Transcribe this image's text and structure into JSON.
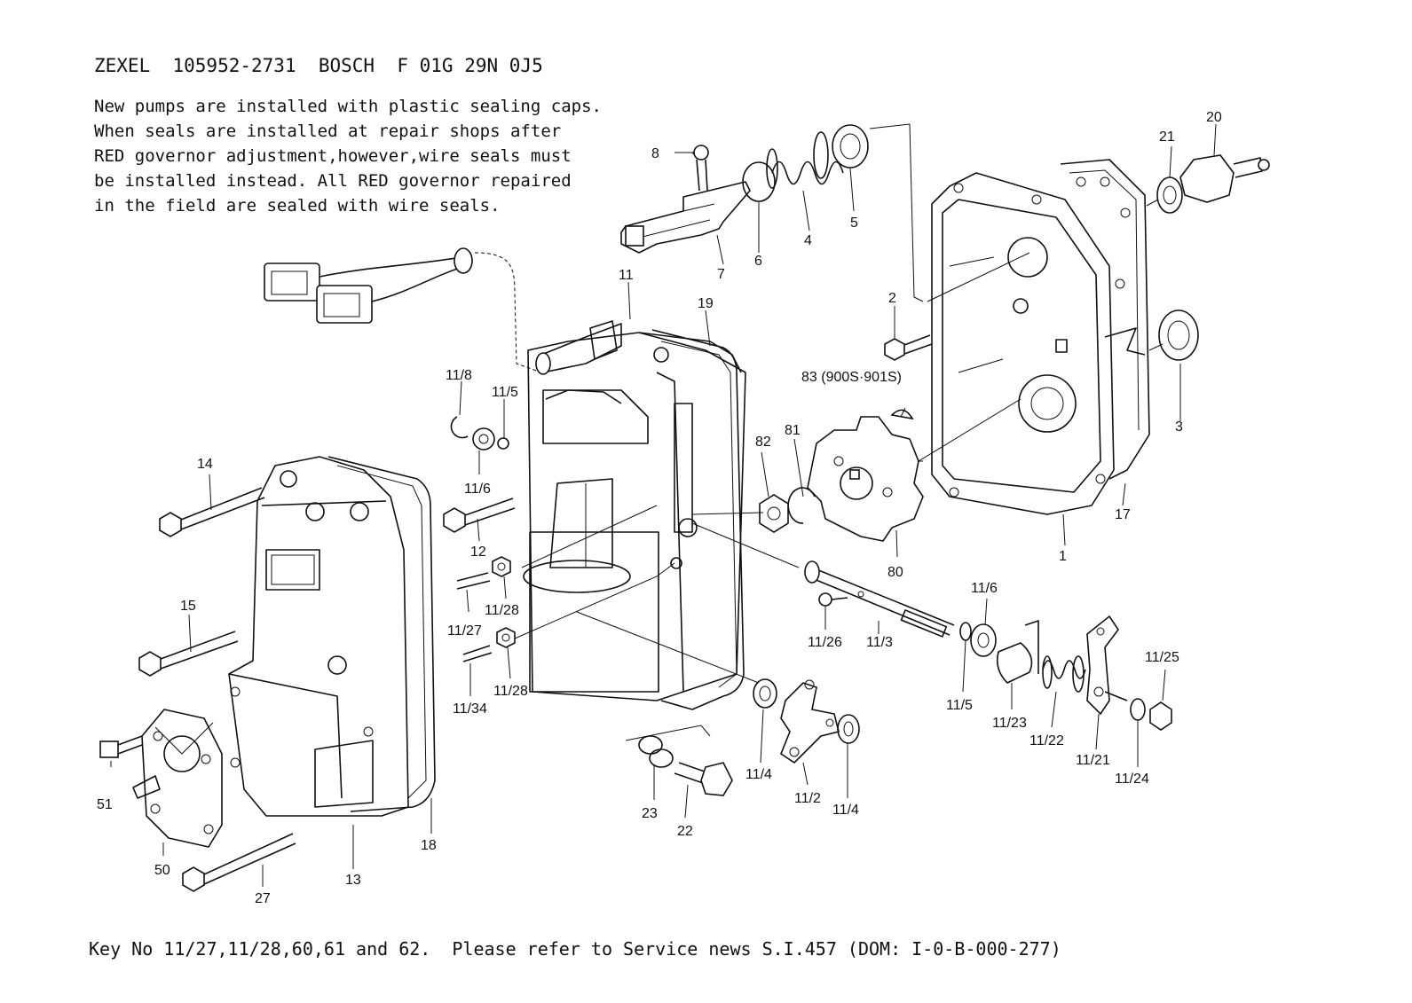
{
  "header": {
    "line": "ZEXEL  105952-2731  BOSCH  F 01G 29N 0J5"
  },
  "note": {
    "lines": [
      "New pumps are installed with plastic sealing caps.",
      "When seals are installed at repair shops after",
      "RED governor adjustment,however,wire seals must",
      "be installed instead. All RED governor repaired",
      "in the field are sealed with wire seals."
    ]
  },
  "footer": {
    "text": "Key No 11/27,11/28,60,61 and 62.  Please refer to Service news S.I.457 (DOM: I-0-B-000-277)"
  },
  "labels": {
    "l1": "1",
    "l2": "2",
    "l3": "3",
    "l4": "4",
    "l5": "5",
    "l6": "6",
    "l7": "7",
    "l8": "8",
    "l11": "11",
    "l12": "12",
    "l13": "13",
    "l14": "14",
    "l15": "15",
    "l17": "17",
    "l18": "18",
    "l19": "19",
    "l20": "20",
    "l21": "21",
    "l22": "22",
    "l23": "23",
    "l27": "27",
    "l50": "50",
    "l51": "51",
    "l80": "80",
    "l81": "81",
    "l82": "82",
    "l83": "83 (900S·901S)",
    "l11_2": "11/2",
    "l11_3": "11/3",
    "l11_4a": "11/4",
    "l11_4b": "11/4",
    "l11_5a": "11/5",
    "l11_5b": "11/5",
    "l11_6a": "11/6",
    "l11_6b": "11/6",
    "l11_8": "11/8",
    "l11_21": "11/21",
    "l11_22": "11/22",
    "l11_23": "11/23",
    "l11_24": "11/24",
    "l11_25": "11/25",
    "l11_26": "11/26",
    "l11_27": "11/27",
    "l11_28a": "11/28",
    "l11_28b": "11/28",
    "l11_34": "11/34"
  }
}
